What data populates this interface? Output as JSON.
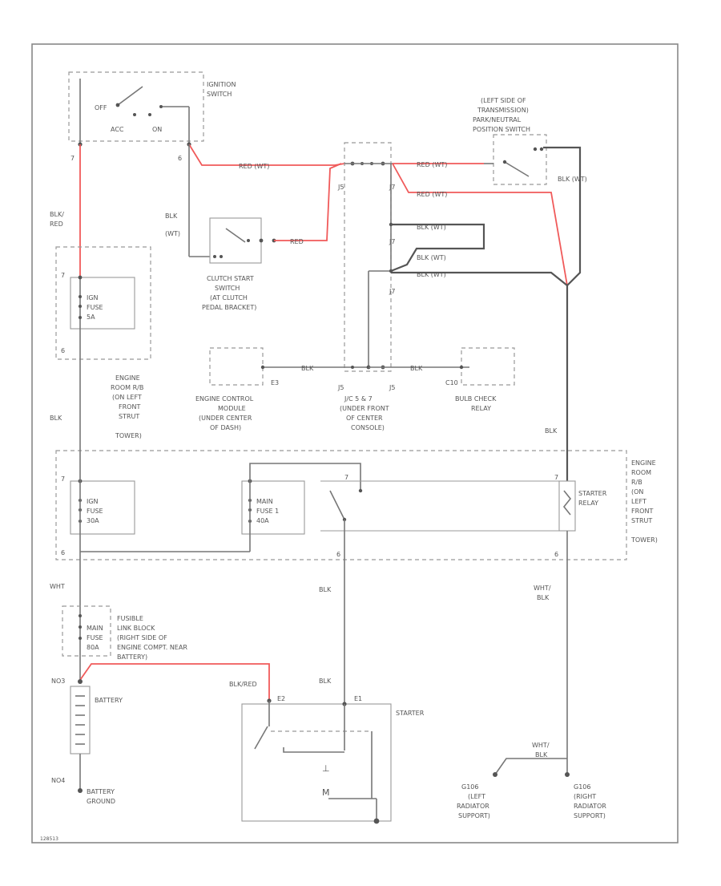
{
  "labels": {
    "ign_switch": [
      "IGNITION",
      "SWITCH"
    ],
    "off": "OFF",
    "acc": "ACC",
    "on": "ON",
    "pin_top_left": "7",
    "pin_top_mid": "6",
    "blk_red": [
      "BLK/",
      "RED"
    ],
    "blk_wt": [
      "BLK",
      "(WT)"
    ],
    "red_wt_1": "RED (WT)",
    "red_wt_2": "RED (WT)",
    "red_wt_3": "RED (WT)",
    "red": "RED",
    "blk_wt_1": "BLK (WT)",
    "blk_wt_2": "BLK (WT)",
    "blk_wt_3": "BLK (WT)",
    "pns": [
      "(LEFT SIDE OF",
      "TRANSMISSION)",
      "PARK/NEUTRAL",
      "POSITION SWITCH"
    ],
    "blk_wt_right": "BLK (WT)",
    "clutch": [
      "CLUTCH START",
      "SWITCH",
      "(AT CLUTCH",
      "PEDAL BRACKET)"
    ],
    "ign_fuse": [
      "IGN",
      "FUSE",
      "5A"
    ],
    "eng_room_rb_l": [
      "ENGINE",
      "ROOM R/B",
      "(ON LEFT",
      "FRONT",
      "STRUT",
      "TOWER)"
    ],
    "ecm": [
      "ENGINE CONTROL",
      "MODULE",
      "(UNDER CENTER",
      "OF DASH)"
    ],
    "jcb": [
      "J/C 5 & 7",
      "(UNDER FRONT",
      "OF CENTER",
      "CONSOLE)"
    ],
    "bulb_relay": [
      "BULB CHECK",
      "RELAY"
    ],
    "e3": "E3",
    "c10": "C10",
    "blk": "BLK",
    "j5": "J5",
    "j7": "J7",
    "blk_left": "BLK",
    "blk_right": "BLK",
    "eng_room_rb_r": [
      "ENGINE",
      "ROOM",
      "R/B",
      "(ON",
      "LEFT",
      "FRONT",
      "STRUT",
      "TOWER)"
    ],
    "am_fuse": [
      "IGN",
      "FUSE",
      "30A"
    ],
    "main_fuse": [
      "MAIN",
      "FUSE 1",
      "40A"
    ],
    "starter_relay": [
      "STARTER",
      "RELAY"
    ],
    "wht": "WHT",
    "fusible": [
      "FUSIBLE",
      "LINK BLOCK",
      "(RIGHT SIDE OF",
      "ENGINE COMPT. NEAR",
      "BATTERY)"
    ],
    "main_fuse_2": [
      "MAIN",
      "FUSE",
      "80A"
    ],
    "blk_mid": "BLK",
    "wht_blk": [
      "WHT/",
      "BLK"
    ],
    "blk_red_2": "BLK/RED",
    "blk_2": "BLK",
    "pos": "NO3",
    "battery": "BATTERY",
    "starter": "STARTER",
    "e2": "E2",
    "e1": "E1",
    "neg": "NO4",
    "battery_ground": [
      "BATTERY",
      "GROUND"
    ],
    "wht_blk_2": [
      "WHT/",
      "BLK"
    ],
    "g105_left": [
      "G106",
      "(LEFT",
      "RADIATOR",
      "SUPPORT)"
    ],
    "g105_right": [
      "G106",
      "(RIGHT",
      "RADIATOR",
      "SUPPORT)"
    ],
    "footer_code": "128513"
  },
  "colors": {
    "highlight_wire": "#f05a5a",
    "wire": "#777777",
    "frame": "#888888"
  }
}
